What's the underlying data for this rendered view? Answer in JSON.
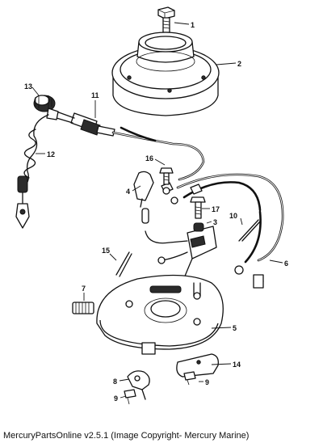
{
  "footer": {
    "caption": "MercuryPartsOnline v2.5.1 (Image Copyright- Mercury Marine)"
  },
  "callouts": {
    "c1": "1",
    "c2": "2",
    "c3": "3",
    "c4": "4",
    "c5": "5",
    "c6": "6",
    "c7": "7",
    "c8": "8",
    "c9a": "9",
    "c9b": "9",
    "c10": "10",
    "c11": "11",
    "c12": "12",
    "c13": "13",
    "c14": "14",
    "c15": "15",
    "c16": "16",
    "c17": "17"
  }
}
